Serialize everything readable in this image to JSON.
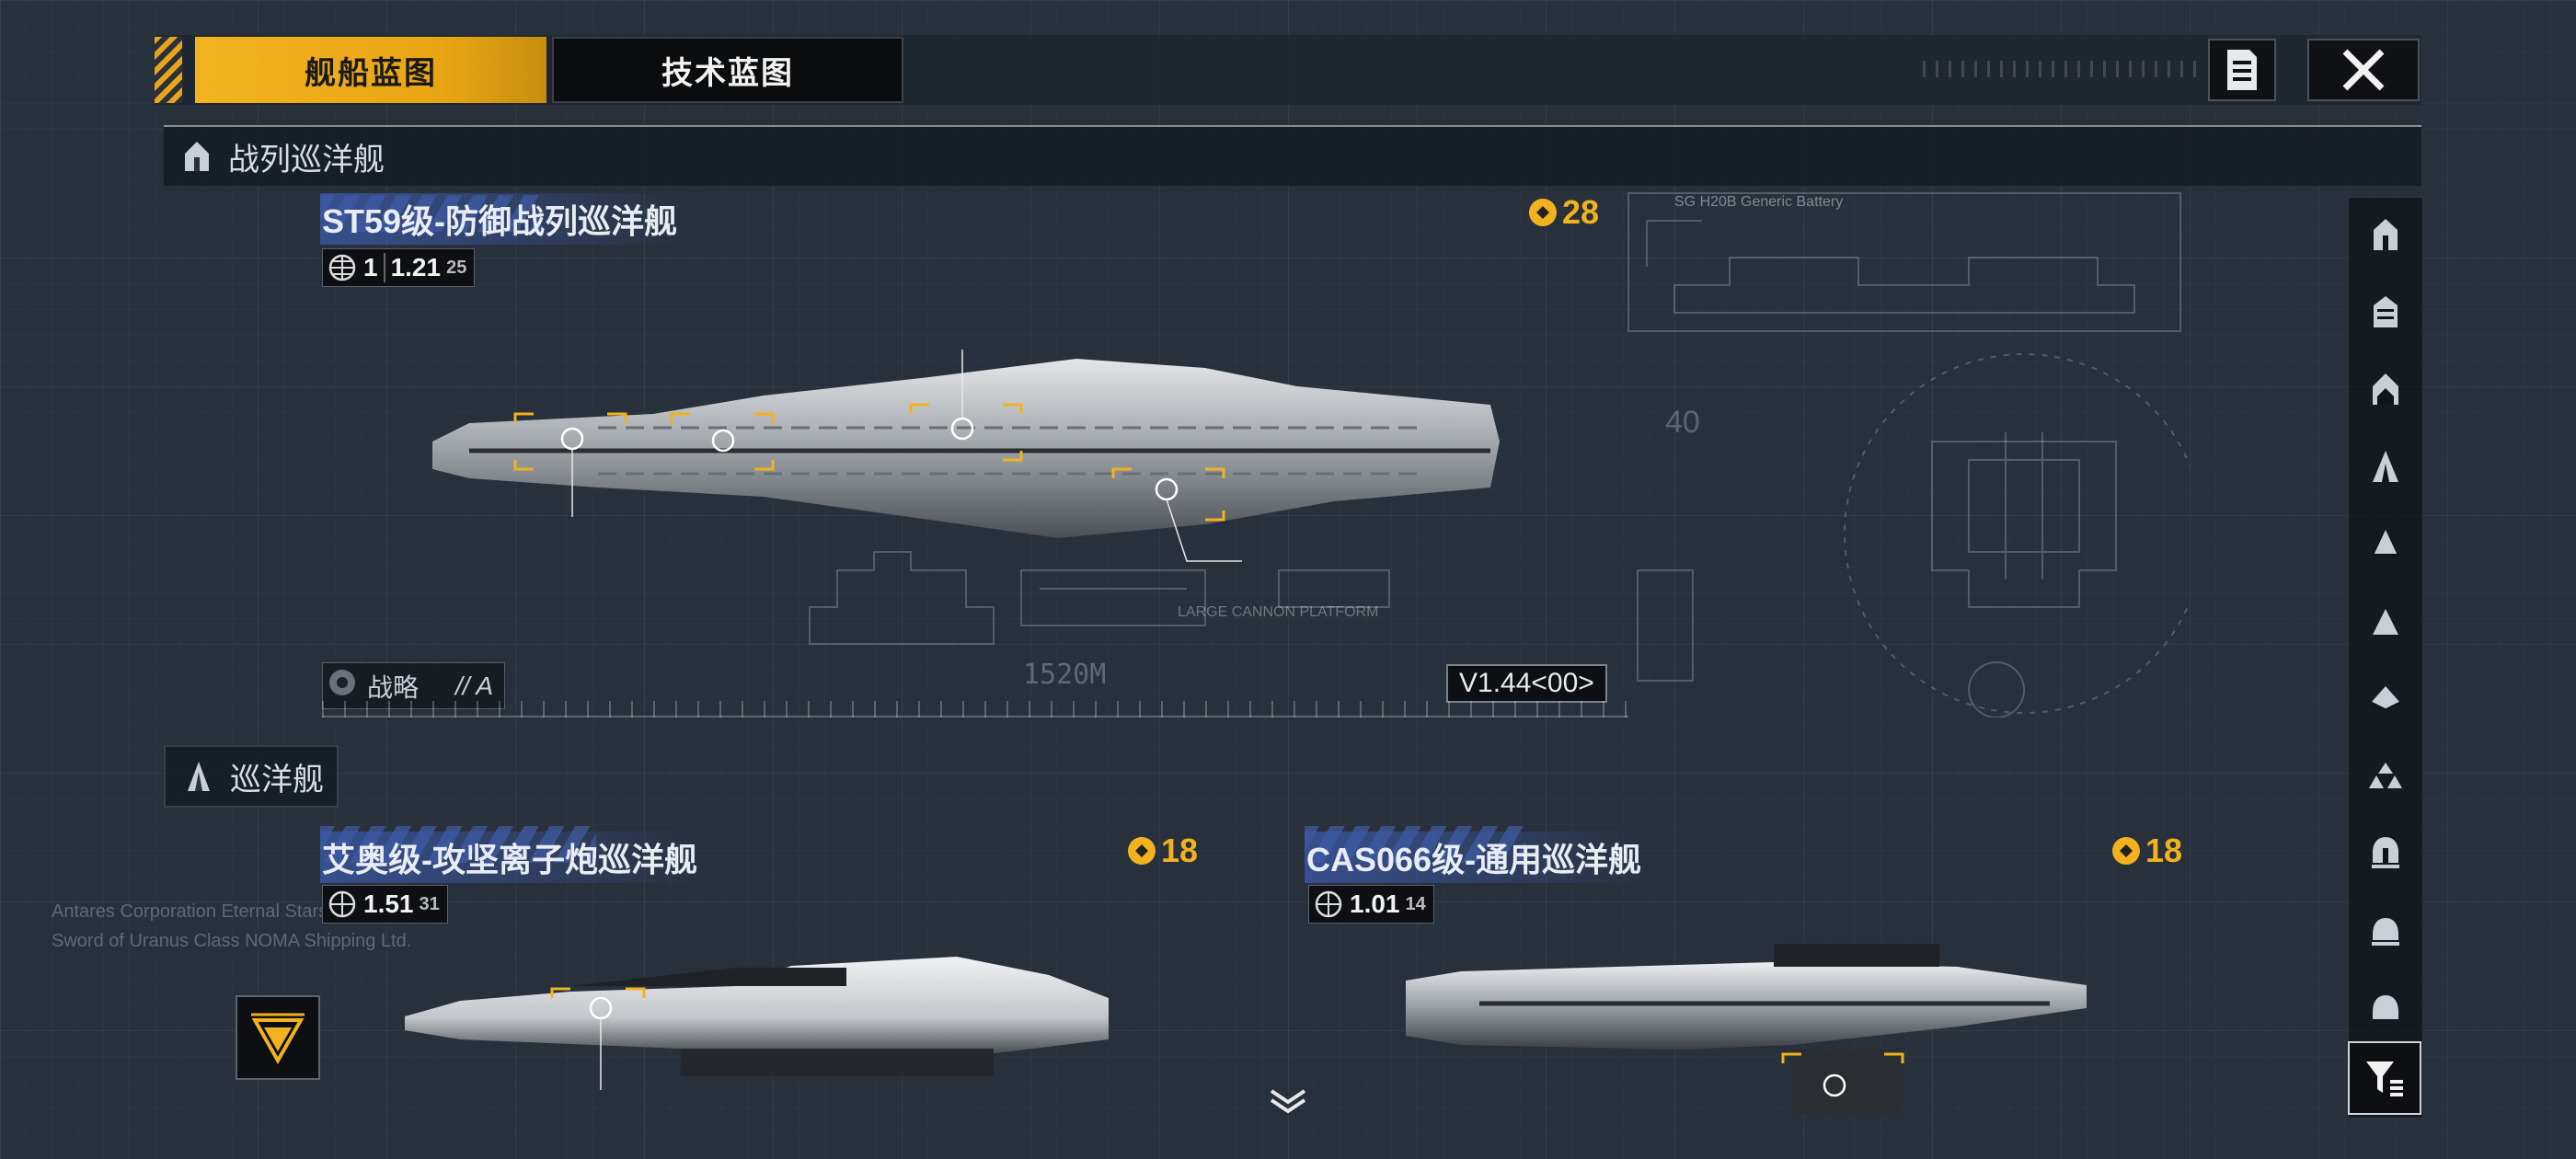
{
  "tabs": [
    {
      "label": "舰船蓝图",
      "active": true
    },
    {
      "label": "技术蓝图",
      "active": false
    }
  ],
  "sections": {
    "battlecruiser": {
      "title": "战列巡洋舰"
    },
    "cruiser": {
      "title": "巡洋舰"
    }
  },
  "ships": [
    {
      "name": "ST59级-防御战列巡洋舰",
      "cost": "28",
      "rank": "1",
      "stat": "1.21",
      "stat_sub": "25",
      "tag": "战略",
      "tag_sub": "// A",
      "version": "V1.44<00>",
      "length_label": "1520M"
    },
    {
      "name": "艾奥级-攻坚离子炮巡洋舰",
      "cost": "18",
      "stat": "1.51",
      "stat_sub": "31"
    },
    {
      "name": "CAS066级-通用巡洋舰",
      "cost": "18",
      "stat": "1.01",
      "stat_sub": "14"
    }
  ],
  "decor": {
    "bp_header": "SG H20B Generic Battery",
    "bp_number": "40",
    "platform": "LARGE CANNON PLATFORM",
    "bg_text_1": "Antares Corporation Eternal Stars F",
    "bg_text_2": "Sword of Uranus Class NOMA Shipping Ltd."
  },
  "colors": {
    "accent": "#f2b21f",
    "name_bar": "#3c5aaa",
    "panel": "#0d0f12"
  },
  "icons": [
    "list-icon",
    "close-icon",
    "battlecruiser-class-icon",
    "cruiser-class-icon",
    "globe-icon",
    "currency-icon",
    "strategy-gear-icon",
    "filter-icon",
    "triangle-emblem-icon",
    "chevron-down-icon"
  ]
}
